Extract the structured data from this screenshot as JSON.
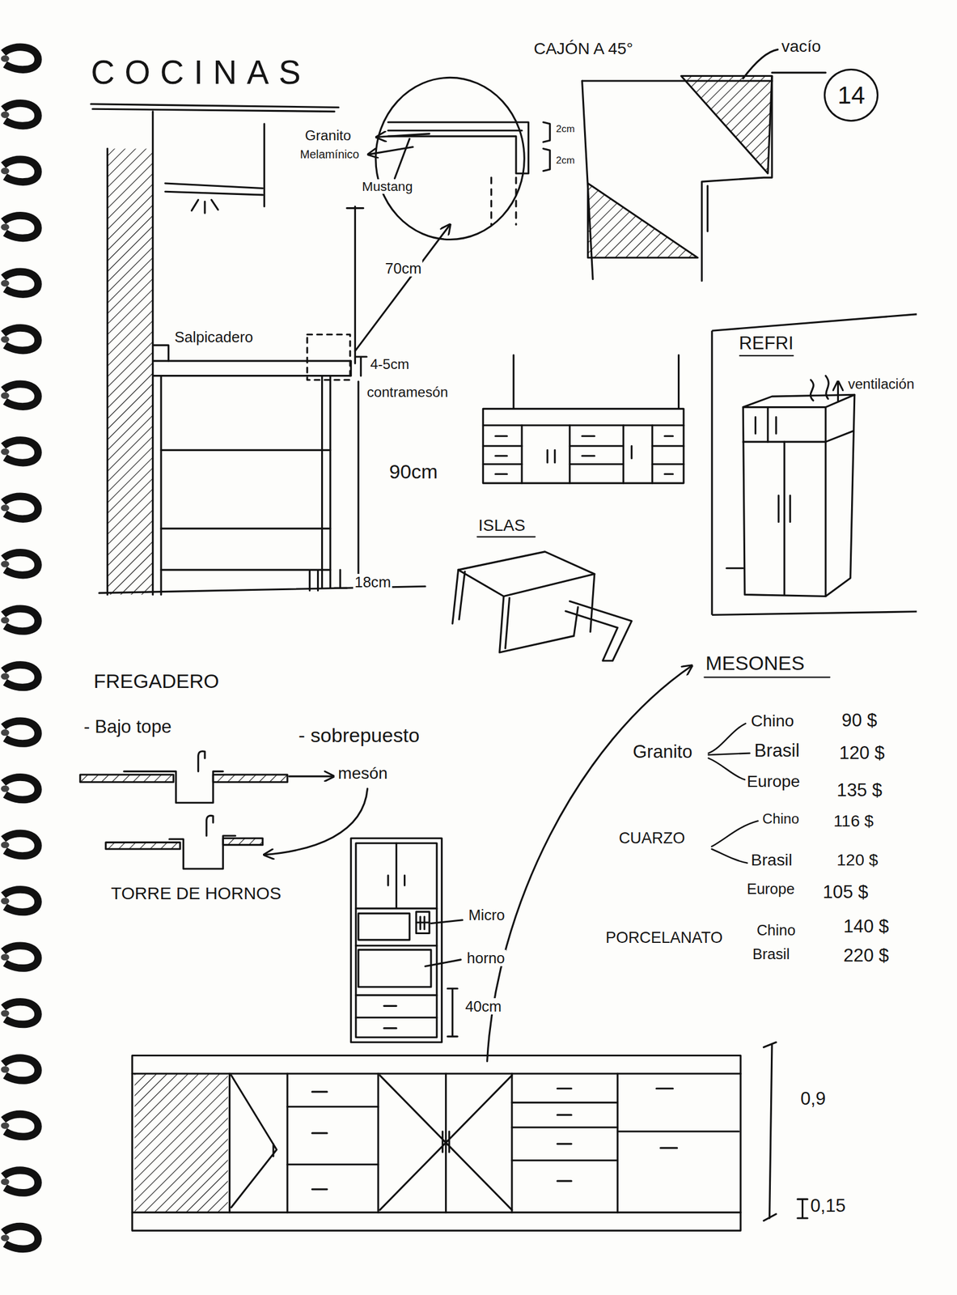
{
  "diagram": {
    "title": "COCINAS",
    "nodes": [
      {
        "text": [
          "14"
        ]
      },
      {
        "text": [
          "REFRI",
          "ventilación"
        ]
      }
    ],
    "labels": [
      "CAJÓN A 45°",
      "vacío",
      "Granito",
      "Melamínico",
      "Mustang",
      "2cm",
      "2cm",
      "70cm",
      "Salpicadero",
      "4-5cm",
      "contramesón",
      "90cm",
      "18cm",
      "ISLAS",
      "FREGADERO",
      "- Bajo tope",
      "- sobrepuesto",
      "mesón",
      "TORRE DE HORNOS",
      "Micro",
      "horno",
      "40cm",
      "MESONES",
      "Granito",
      "Chino",
      "90 $",
      "Brasil",
      "120 $",
      "Europe",
      "135 $",
      "CUARZO",
      "Chino",
      "116 $",
      "Brasil",
      "120 $",
      "Europe",
      "105 $",
      "PORCELANATO",
      "Chino",
      "140 $",
      "Brasil",
      "220 $",
      "0,9",
      "0,15"
    ]
  }
}
